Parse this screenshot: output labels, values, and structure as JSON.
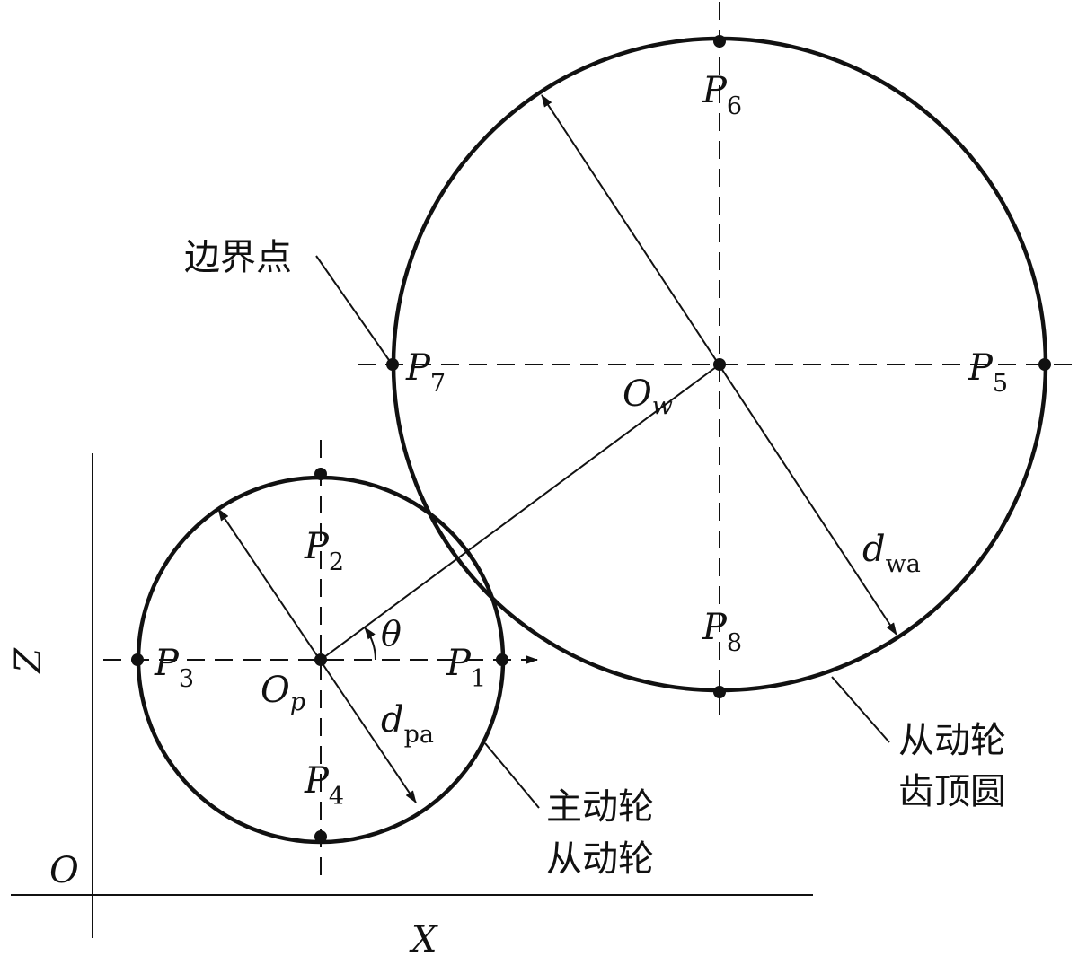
{
  "axes": {
    "x_label": "X",
    "z_label": "Z",
    "origin_label": "O"
  },
  "centers": {
    "pinion": "O",
    "pinion_sub": "p",
    "wheel": "O",
    "wheel_sub": "w"
  },
  "points": [
    {
      "letter": "P",
      "sub": "1"
    },
    {
      "letter": "P",
      "sub": "2"
    },
    {
      "letter": "P",
      "sub": "3"
    },
    {
      "letter": "P",
      "sub": "4"
    },
    {
      "letter": "P",
      "sub": "5"
    },
    {
      "letter": "P",
      "sub": "6"
    },
    {
      "letter": "P",
      "sub": "7"
    },
    {
      "letter": "P",
      "sub": "8"
    }
  ],
  "angle_label": "θ",
  "diameters": {
    "pinion": {
      "letter": "d",
      "sub": "pa"
    },
    "wheel": {
      "letter": "d",
      "sub": "wa"
    }
  },
  "callouts": {
    "boundary_point": "边界点",
    "driving_wheel_line1": "主动轮",
    "driving_wheel_line2": "从动轮",
    "driven_tip_line1": "从动轮",
    "driven_tip_line2": "齿顶圆"
  }
}
